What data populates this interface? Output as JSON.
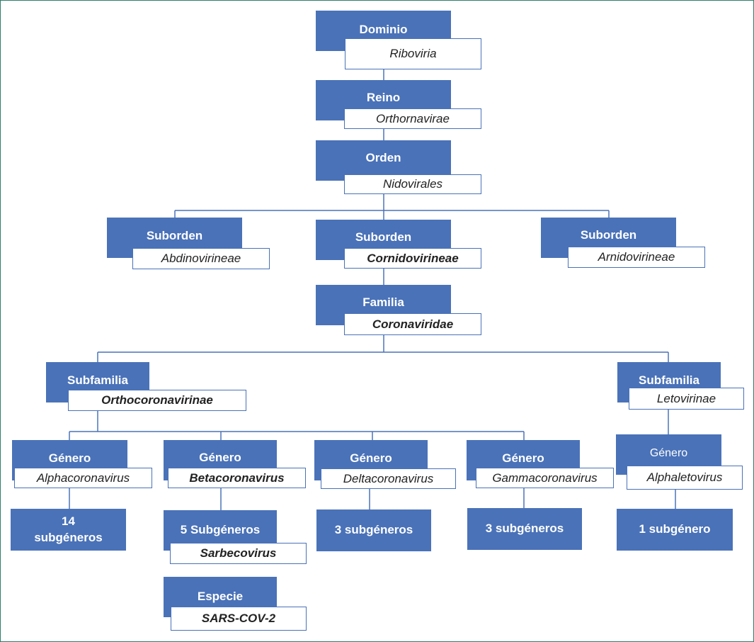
{
  "dominio": {
    "rank": "Dominio",
    "name": "Riboviria"
  },
  "reino": {
    "rank": "Reino",
    "name": "Orthornavirae"
  },
  "orden": {
    "rank": "Orden",
    "name": "Nidovirales"
  },
  "suborden_left": {
    "rank": "Suborden",
    "name": "Abdinovirineae"
  },
  "suborden_center": {
    "rank": "Suborden",
    "name": "Cornidovirineae"
  },
  "suborden_right": {
    "rank": "Suborden",
    "name": "Arnidovirineae"
  },
  "familia": {
    "rank": "Familia",
    "name": "Coronaviridae"
  },
  "subfamilia_left": {
    "rank": "Subfamilia",
    "name": "Orthocoronavirinae"
  },
  "subfamilia_right": {
    "rank": "Subfamilia",
    "name": "Letovirinae"
  },
  "genero_alpha": {
    "rank": "Género",
    "name": "Alphacoronavirus"
  },
  "genero_beta": {
    "rank": "Género",
    "name": "Betacoronavirus"
  },
  "genero_delta": {
    "rank": "Género",
    "name": "Deltacoronavirus"
  },
  "genero_gamma": {
    "rank": "Género",
    "name": "Gammacoronavirus"
  },
  "genero_alphaleto": {
    "rank": "Género",
    "name": "Alphaletovirus"
  },
  "alpha_subgeneros": {
    "line1": "14",
    "line2": "subgéneros"
  },
  "beta_subgeneros": {
    "rank": "5 Subgéneros",
    "name": "Sarbecovirus"
  },
  "delta_subgeneros": {
    "label": "3 subgéneros"
  },
  "gamma_subgeneros": {
    "label": "3 subgéneros"
  },
  "alphaleto_subgenero": {
    "label": "1 subgénero"
  },
  "especie": {
    "rank": "Especie",
    "name": "SARS-COV-2"
  },
  "colors": {
    "box_fill": "#4a72b8",
    "box_text": "#ffffff",
    "line": "#4a72b8",
    "frame": "#2e7d6b"
  }
}
